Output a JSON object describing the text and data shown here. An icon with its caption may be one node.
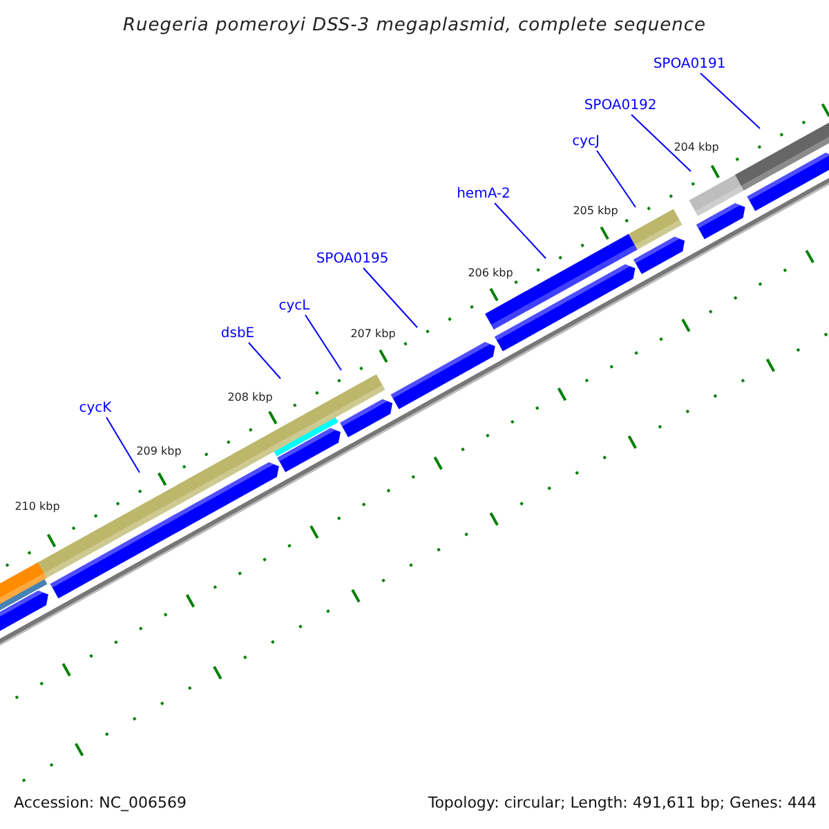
{
  "diagram": {
    "title": "Ruegeria pomeroyi DSS-3 megaplasmid, complete sequence",
    "nodes": [
      {
        "text": [
          "cycK"
        ]
      },
      {
        "text": [
          "dsbE"
        ]
      },
      {
        "text": [
          "cycL"
        ]
      },
      {
        "text": [
          "SPOA0195"
        ]
      },
      {
        "text": [
          "hemA-2"
        ]
      },
      {
        "text": [
          "cycJ"
        ]
      },
      {
        "text": [
          "SPOA0192"
        ]
      },
      {
        "text": [
          "SPOA0191"
        ]
      }
    ],
    "edges": [
      {
        "from": 0,
        "to": null,
        "arrow": "none"
      },
      {
        "from": 1,
        "to": null,
        "arrow": "none"
      },
      {
        "from": 2,
        "to": null,
        "arrow": "none"
      },
      {
        "from": 3,
        "to": null,
        "arrow": "none"
      },
      {
        "from": 4,
        "to": null,
        "arrow": "none"
      },
      {
        "from": 5,
        "to": null,
        "arrow": "none"
      },
      {
        "from": 6,
        "to": null,
        "arrow": "none"
      },
      {
        "from": 7,
        "to": null,
        "arrow": "none"
      }
    ],
    "labels": [
      "204 kbp",
      "205 kbp",
      "206 kbp",
      "207 kbp",
      "208 kbp",
      "209 kbp",
      "210 kbp",
      "Accession: NC_006569",
      "Topology: circular; Length: 491,611 bp; Genes: 444"
    ]
  }
}
